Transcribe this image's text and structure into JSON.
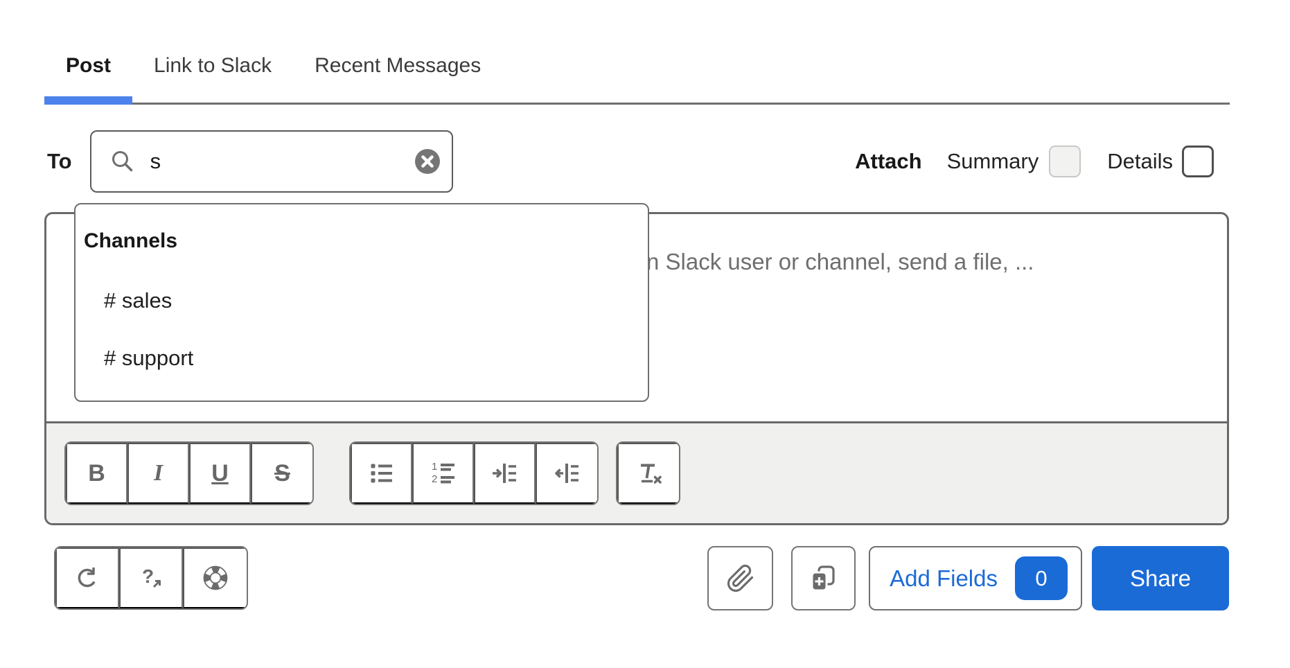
{
  "tabs": {
    "items": [
      {
        "label": "Post",
        "active": true
      },
      {
        "label": "Link to Slack",
        "active": false
      },
      {
        "label": "Recent Messages",
        "active": false
      }
    ]
  },
  "to_field": {
    "label": "To",
    "value": "s"
  },
  "attach": {
    "label": "Attach",
    "summary_label": "Summary",
    "summary_checked": false,
    "summary_enabled": false,
    "details_label": "Details",
    "details_checked": false,
    "details_enabled": true
  },
  "typeahead": {
    "group_label": "Channels",
    "items": [
      "# sales",
      "# support"
    ]
  },
  "composer": {
    "placeholder_visible": "n Slack user or channel, send a file, ..."
  },
  "toolbar": {
    "bold_glyph": "B",
    "italic_glyph": "I",
    "underline_glyph": "U",
    "strikethrough_glyph": "S",
    "icon_names": [
      "bold",
      "italic",
      "underline",
      "strikethrough",
      "bulleted-list",
      "numbered-list",
      "indent",
      "outdent",
      "remove-formatting"
    ]
  },
  "footer": {
    "left_icon_names": [
      "redo",
      "help-external",
      "support-lifebuoy"
    ],
    "attach_file_icon": "paperclip",
    "duplicate_icon": "copy-add",
    "add_fields_label": "Add Fields",
    "add_fields_count": "0",
    "share_label": "Share"
  },
  "icons": {
    "search": "magnifier",
    "clear": "x-in-circle"
  },
  "colors": {
    "accent_blue": "#1b6bd6",
    "tab_underline_blue": "#4c82ec",
    "border_gray": "#696969",
    "icon_gray": "#6b6b6b",
    "toolbar_bg": "#f0f0ef",
    "placeholder_gray": "#6e6e6e"
  }
}
